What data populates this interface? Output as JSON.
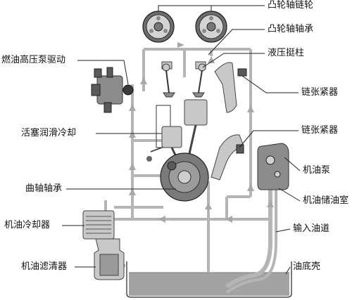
{
  "labels": {
    "camshaft_sprocket": "凸轮轴链轮",
    "camshaft_bearing": "凸轮轴轴承",
    "fuel_pump_drive": "燃油高压泵驱动",
    "hydraulic_lifter": "液压挺柱",
    "chain_tensioner_upper": "链张紧器",
    "chain_tensioner_lower": "链张紧器",
    "piston_cooling": "活塞润滑冷却",
    "oil_pump": "机油泵",
    "oil_reservoir": "机油储油室",
    "crankshaft_bearing": "曲轴轴承",
    "oil_cooler": "机油冷却器",
    "inlet_duct": "输入油道",
    "oil_filter": "机油滤清器",
    "oil_pan": "油底壳"
  },
  "colors": {
    "oil_path": "#b5b5b5",
    "oil_fill": "#a3a3a3",
    "outline": "#222222",
    "leader": "#222222"
  }
}
